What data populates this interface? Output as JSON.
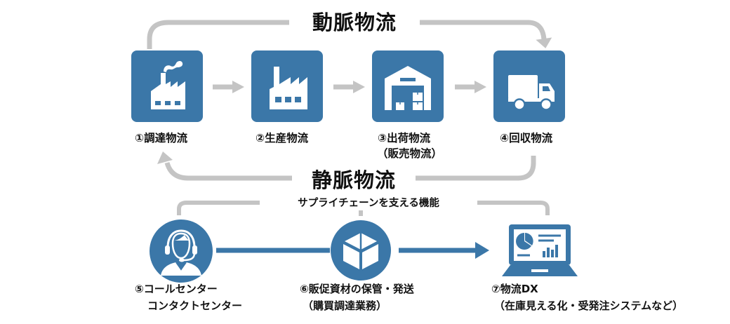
{
  "colors": {
    "accent_blue": "#3b77a8",
    "arrow_gray": "#c4c4c4",
    "text": "#111111"
  },
  "arterial": {
    "title": "動脈物流",
    "steps": [
      {
        "label": "①調達物流",
        "icon": "factory-with-smoke-icon"
      },
      {
        "label": "②生産物流",
        "icon": "factory-icon"
      },
      {
        "label": "③出荷物流",
        "sublabel": "（販売物流）",
        "icon": "warehouse-icon"
      },
      {
        "label": "④回収物流",
        "icon": "truck-icon"
      }
    ]
  },
  "venous": {
    "title": "静脈物流"
  },
  "support": {
    "title": "サプライチェーンを支える機能",
    "items": [
      {
        "label": "⑤コールセンター",
        "sublabel": "コンタクトセンター",
        "icon": "headset-operator-icon"
      },
      {
        "label": "⑥販促資材の保管・発送",
        "sublabel": "（購買調達業務）",
        "icon": "box-icon"
      },
      {
        "label": "⑦物流DX",
        "sublabel": "（在庫見える化・受発注システムなど）",
        "icon": "laptop-dashboard-icon"
      }
    ]
  }
}
